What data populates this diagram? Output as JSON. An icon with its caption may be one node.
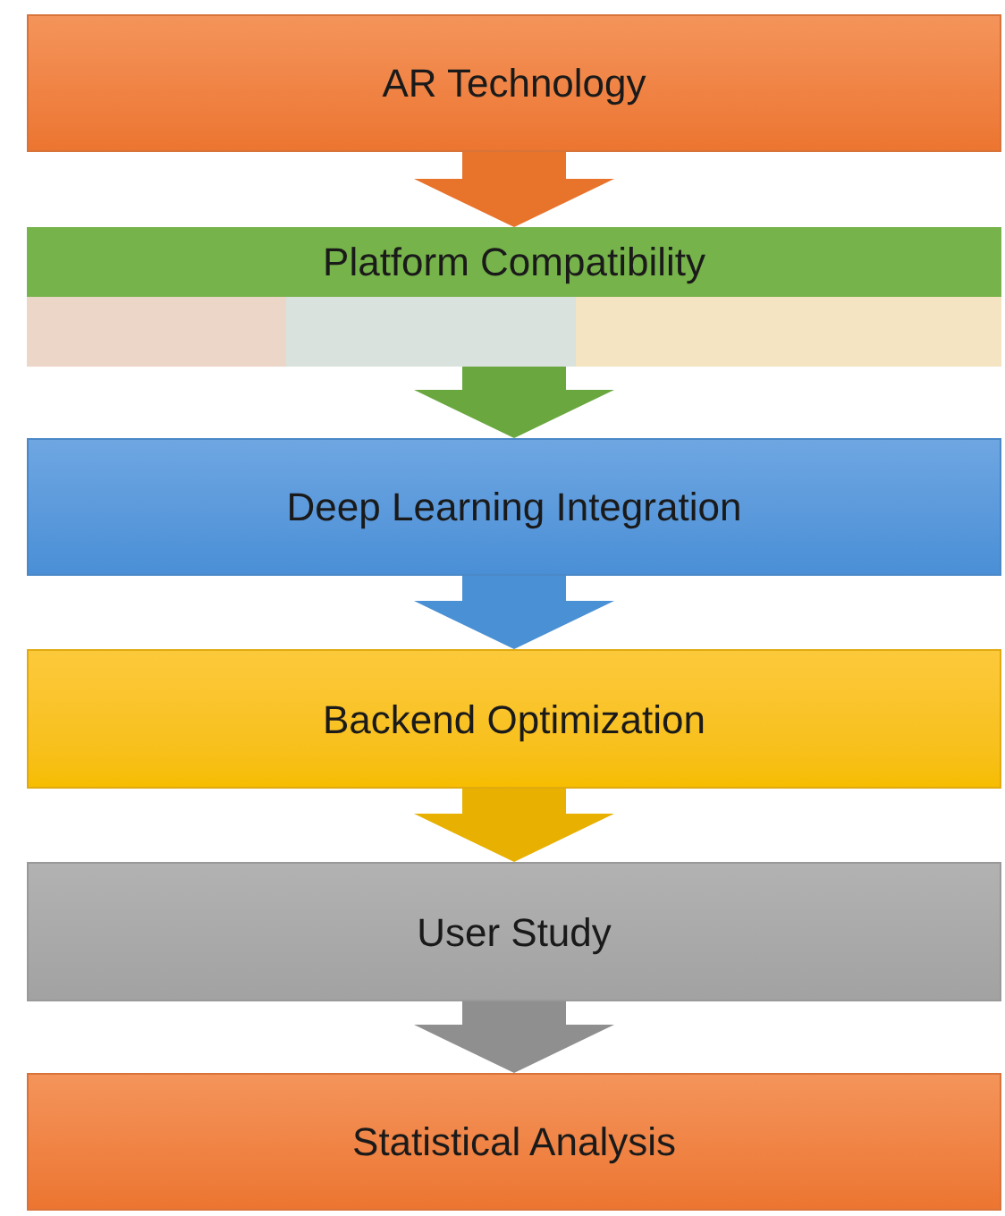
{
  "diagram": {
    "nodes": [
      {
        "text": [
          "AR Technology"
        ]
      },
      {
        "text": [
          "Platform Compatibility"
        ]
      },
      {
        "text": [],
        "shape": "box",
        "in": 1
      },
      {
        "text": [],
        "shape": "box",
        "in": 1
      },
      {
        "text": [],
        "shape": "box",
        "in": 1
      },
      {
        "text": [
          "Deep Learning Integration"
        ]
      },
      {
        "text": [
          "Backend Optimization"
        ]
      },
      {
        "text": [
          "User Study"
        ]
      },
      {
        "text": [
          "Statistical Analysis"
        ]
      }
    ],
    "edges": [
      {
        "from": 0,
        "to": 1,
        "arrow": "to",
        "color": "#e8732b"
      },
      {
        "from": 1,
        "to": 5,
        "arrow": "to",
        "color": "#6aa83f"
      },
      {
        "from": 5,
        "to": 6,
        "arrow": "to",
        "color": "#4a90d4"
      },
      {
        "from": 6,
        "to": 7,
        "arrow": "to",
        "color": "#e8b000"
      },
      {
        "from": 7,
        "to": 8,
        "arrow": "to",
        "color": "#8f8f8f"
      }
    ]
  }
}
